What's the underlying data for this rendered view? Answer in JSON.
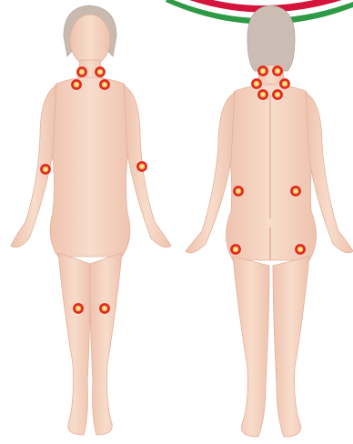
{
  "figure": {
    "views": [
      {
        "id": "front",
        "tender_points": [
          "neck-left-upper",
          "neck-right-upper",
          "neck-left-lower",
          "neck-right-lower",
          "elbow-right",
          "elbow-left",
          "knee-right",
          "knee-left"
        ]
      },
      {
        "id": "back",
        "tender_points": [
          "occiput-left",
          "occiput-right",
          "trapezius-left",
          "trapezius-right",
          "supraspinatus-left",
          "supraspinatus-right",
          "gluteal-left",
          "gluteal-right",
          "greater-trochanter-left",
          "greater-trochanter-right"
        ]
      }
    ],
    "colors": {
      "skin": "#f5d4c2",
      "skin_shadow": "#e9b9a3",
      "hair": "#c2b2a8",
      "tender_point_ring": "#e0261f",
      "tender_point_fill": "#f6e6a0",
      "corner_arc_red": "#d4143a",
      "corner_arc_white": "#ffffff",
      "corner_arc_green": "#2f9a45"
    },
    "total_tender_points": 18
  }
}
